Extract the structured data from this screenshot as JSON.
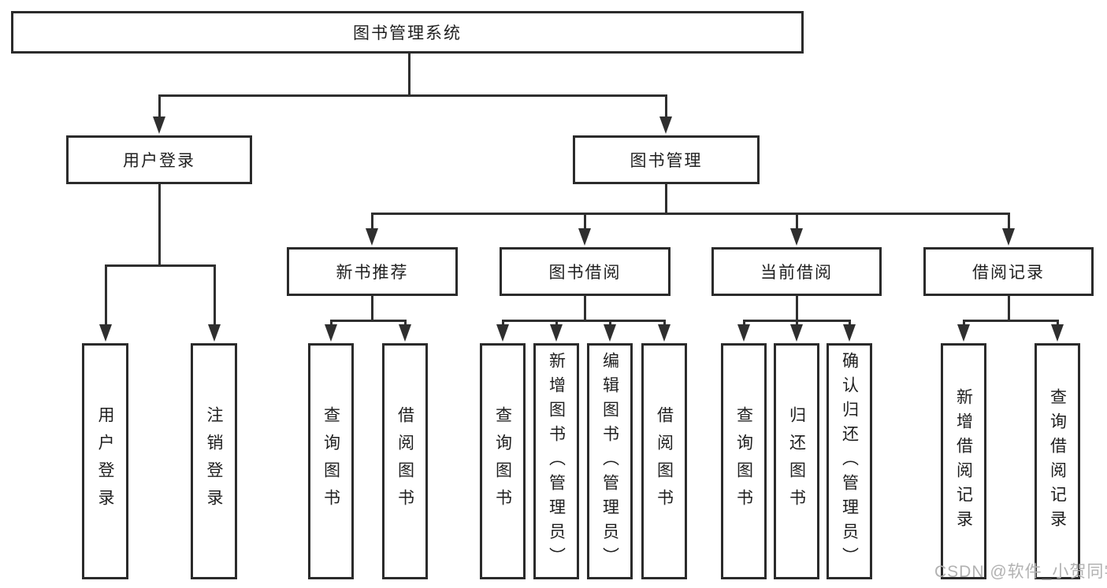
{
  "watermark": "CSDN @软件_小贺同学",
  "colors": {
    "line": "#2f2f2f",
    "border": "#2b2b2b",
    "text": "#1f1f1f",
    "watermark": "#b2b2b2",
    "background": "#ffffff"
  },
  "nodes": {
    "root": {
      "label": "图书管理系统"
    },
    "user_login": {
      "label": "用户登录"
    },
    "book_mgmt": {
      "label": "图书管理"
    },
    "new_book_rec": {
      "label": "新书推荐"
    },
    "book_borrow": {
      "label": "图书借阅"
    },
    "current_borrow": {
      "label": "当前借阅"
    },
    "borrow_records": {
      "label": "借阅记录"
    },
    "leaf_user_login": {
      "label": "用户登录"
    },
    "leaf_logout": {
      "label": "注销登录"
    },
    "leaf_nr_query": {
      "label": "查询图书"
    },
    "leaf_nr_borrow": {
      "label": "借阅图书"
    },
    "leaf_bb_query": {
      "label": "查询图书"
    },
    "leaf_bb_add": {
      "label": "新增图书（管理员）"
    },
    "leaf_bb_edit": {
      "label": "编辑图书（管理员）"
    },
    "leaf_bb_borrow": {
      "label": "借阅图书"
    },
    "leaf_cb_query": {
      "label": "查询图书"
    },
    "leaf_cb_return": {
      "label": "归还图书"
    },
    "leaf_cb_confirm": {
      "label": "确认归还（管理员）"
    },
    "leaf_br_add": {
      "label": "新增借阅记录"
    },
    "leaf_br_query": {
      "label": "查询借阅记录"
    }
  },
  "hierarchy": {
    "root": [
      "user_login",
      "book_mgmt"
    ],
    "user_login": [
      "leaf_user_login",
      "leaf_logout"
    ],
    "book_mgmt": [
      "new_book_rec",
      "book_borrow",
      "current_borrow",
      "borrow_records"
    ],
    "new_book_rec": [
      "leaf_nr_query",
      "leaf_nr_borrow"
    ],
    "book_borrow": [
      "leaf_bb_query",
      "leaf_bb_add",
      "leaf_bb_edit",
      "leaf_bb_borrow"
    ],
    "current_borrow": [
      "leaf_cb_query",
      "leaf_cb_return",
      "leaf_cb_confirm"
    ],
    "borrow_records": [
      "leaf_br_add",
      "leaf_br_query"
    ]
  }
}
